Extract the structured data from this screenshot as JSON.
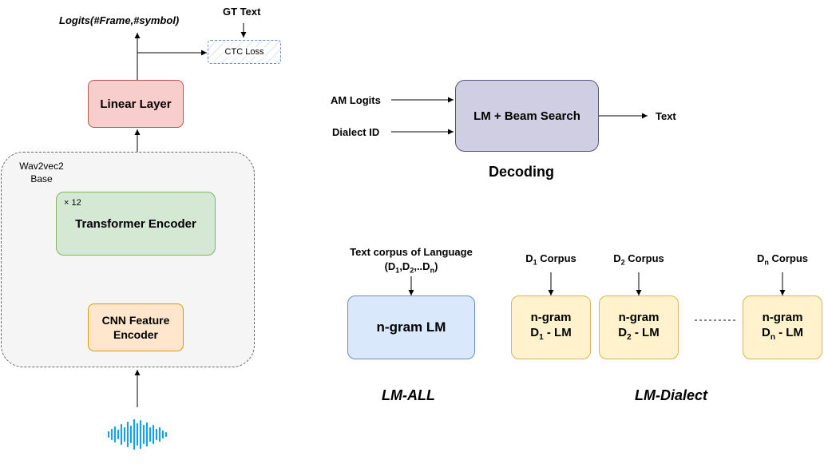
{
  "left": {
    "logits_label": "Logits(#Frame,#symbol)",
    "gt_text": "GT Text",
    "ctc_loss": "CTC Loss",
    "linear_layer": "Linear Layer",
    "wav2vec_line1": "Wav2vec2",
    "wav2vec_line2": "Base",
    "repeat": "× 12",
    "transformer": "Transformer Encoder",
    "cnn_line1": "CNN Feature",
    "cnn_line2": "Encoder",
    "waveform_icon": "audio-waveform-icon"
  },
  "decoding": {
    "am_logits": "AM Logits",
    "dialect_id": "Dialect ID",
    "box": "LM + Beam Search",
    "output": "Text",
    "title": "Decoding"
  },
  "lm_all": {
    "corpus_line1": "Text corpus of Language",
    "corpus_line2": "(D1,D2,..Dn)",
    "box": "n-gram LM",
    "caption": "LM-ALL"
  },
  "lm_dialect": {
    "corpora": [
      "D1 Corpus",
      "D2 Corpus",
      "Dn Corpus"
    ],
    "boxes_line1": [
      "n-gram",
      "n-gram",
      "n-gram"
    ],
    "boxes_line2": [
      "D1 - LM",
      "D2 - LM",
      "Dn - LM"
    ],
    "caption": "LM-Dialect"
  },
  "colors": {
    "linear_fill": "#f8cecc",
    "linear_border": "#b85450",
    "transformer_fill": "#d5e8d4",
    "transformer_border": "#82b366",
    "cnn_fill": "#ffe6cc",
    "cnn_border": "#d79b00",
    "decoder_fill": "#d0cee2",
    "decoder_border": "#56517e",
    "lm_fill": "#dae8fc",
    "lm_border": "#6c8ebf",
    "dialect_fill": "#fff2cc",
    "dialect_border": "#d6b656",
    "ctc_border": "#6c8ebf",
    "waveform": "#1ba1e2",
    "container_fill": "#f5f5f5",
    "container_border": "#666666"
  }
}
